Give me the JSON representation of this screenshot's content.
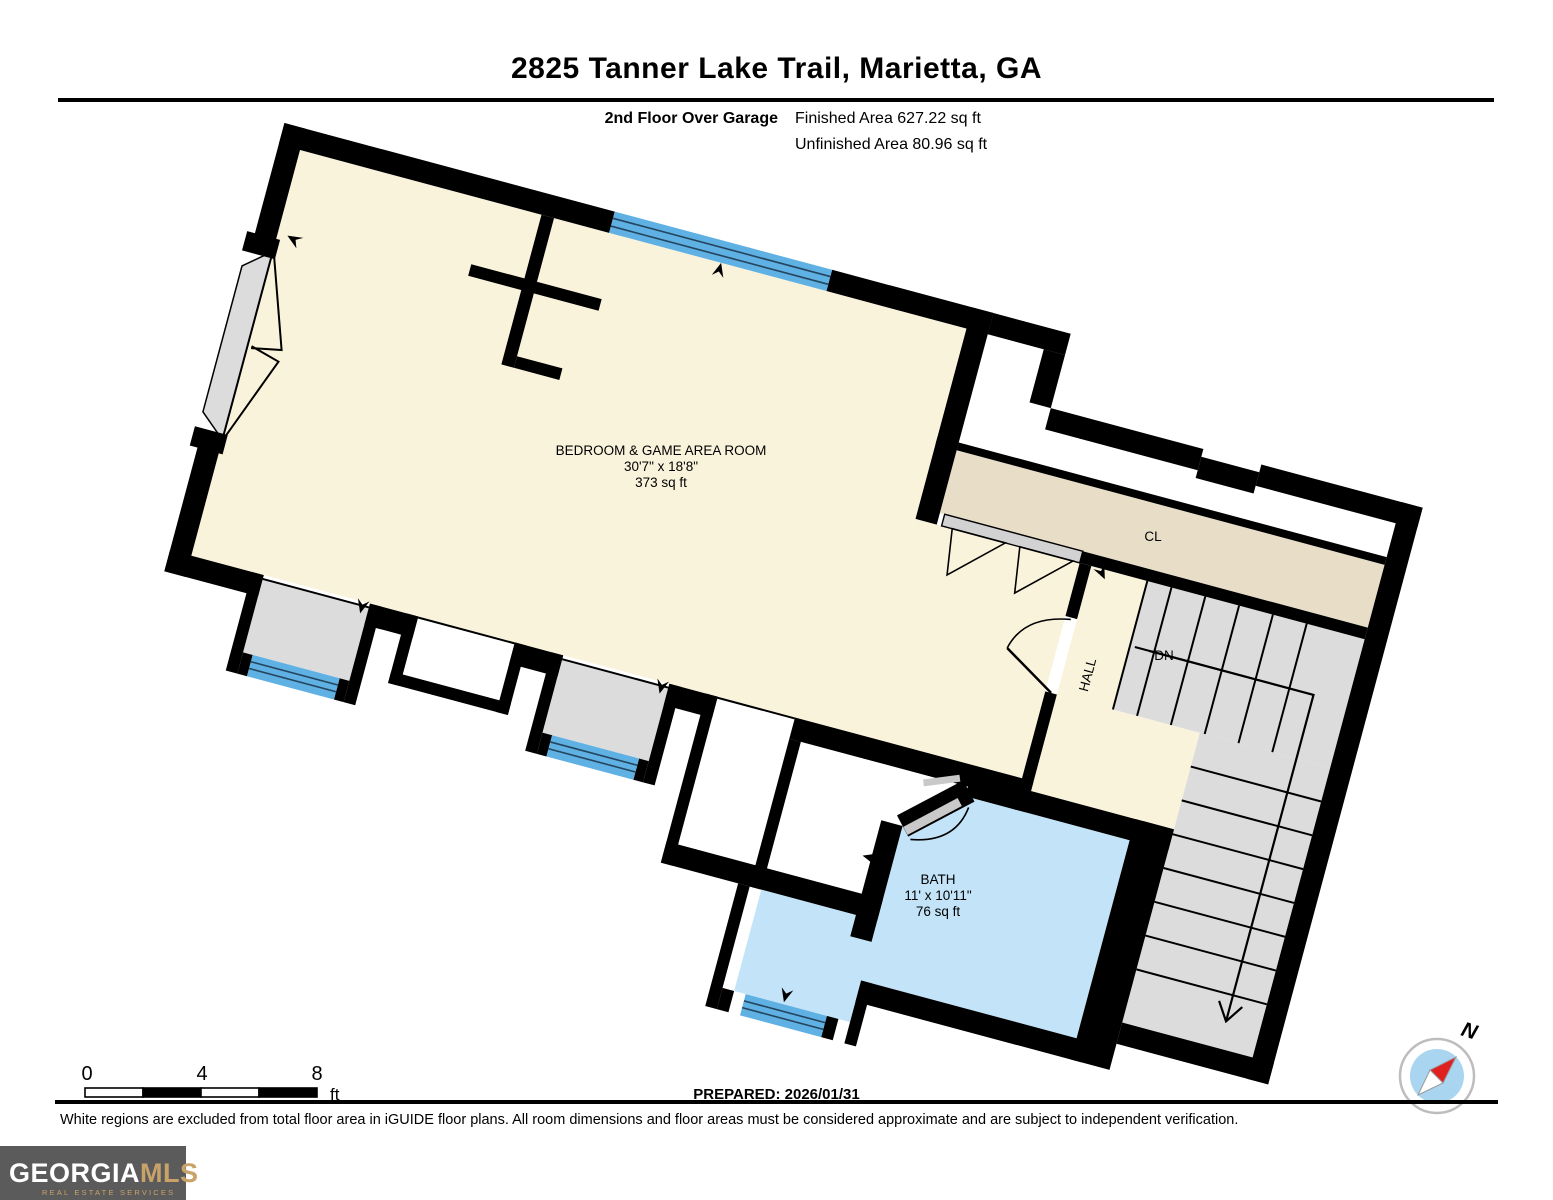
{
  "header": {
    "title": "2825 Tanner Lake Trail, Marietta, GA",
    "floor_label": "2nd Floor Over Garage",
    "finished_area": "Finished Area 627.22 sq ft",
    "unfinished_area": "Unfinished Area 80.96 sq ft"
  },
  "rooms": {
    "bedroom": {
      "name": "BEDROOM & GAME AREA ROOM",
      "dims": "30'7\" x 18'8\"",
      "area": "373 sq ft"
    },
    "bath": {
      "name": "BATH",
      "dims": "11' x 10'11\"",
      "area": "76 sq ft"
    },
    "hall": {
      "name": "HALL"
    },
    "closet": {
      "name": "CL"
    },
    "stairs": {
      "down_label": "DN"
    }
  },
  "scale_bar": {
    "tick0": "0",
    "tick4": "4",
    "tick8": "8",
    "unit": "ft"
  },
  "compass": {
    "north_label": "N"
  },
  "footer": {
    "prepared": "PREPARED: 2026/01/31",
    "disclaimer": "White regions are excluded from total floor area in iGUIDE floor plans. All room dimensions and floor areas must be considered approximate and are subject to independent verification.",
    "logo": {
      "name_part1": "GEORGIA",
      "name_part2": "MLS",
      "tagline": "REAL ESTATE SERVICES"
    }
  },
  "colors": {
    "finished_floor": "#FAF3DC",
    "excluded_gray": "#DCDCDC",
    "bath_blue": "#C3E4F8",
    "window_blue": "#5FB0E3",
    "closet_tan": "#E8DEC8",
    "wall": "#000000",
    "logo_gold": "#C9A269"
  }
}
